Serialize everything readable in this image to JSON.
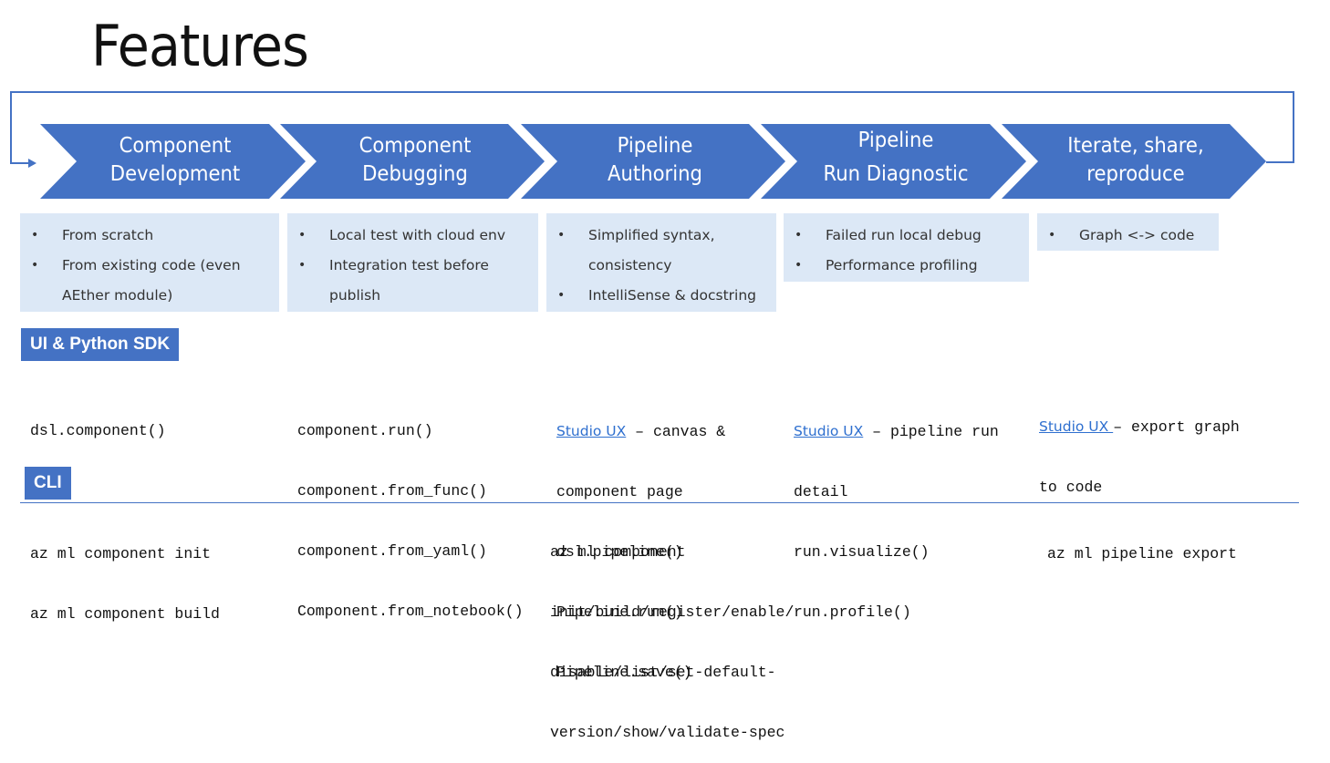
{
  "title": "Features",
  "colors": {
    "accent": "#4472c4",
    "note_bg": "#dce8f6",
    "link": "#2e6fcf"
  },
  "stages": [
    {
      "lines": [
        "Component",
        "Development"
      ]
    },
    {
      "lines": [
        "Component",
        "Debugging"
      ]
    },
    {
      "lines": [
        "Pipeline",
        "Authoring"
      ]
    },
    {
      "lines": [
        "Pipeline",
        "Run Diagnostic"
      ]
    },
    {
      "lines": [
        "Iterate, share,",
        "reproduce"
      ]
    }
  ],
  "notes": [
    {
      "items": [
        "From scratch",
        "From existing code (even AEther module)"
      ]
    },
    {
      "items": [
        "Local test with cloud env",
        "Integration test before publish"
      ]
    },
    {
      "items": [
        "Simplified syntax, consistency",
        "IntelliSense & docstring"
      ]
    },
    {
      "items": [
        "Failed run local debug",
        "Performance profiling"
      ]
    },
    {
      "items": [
        "Graph <-> code"
      ]
    }
  ],
  "sdk": {
    "label": "UI & Python SDK",
    "col1": "dsl.component()",
    "col2": [
      "component.run()",
      "component.from_func()",
      "component.from_yaml()",
      "Component.from_notebook()"
    ],
    "col3": {
      "link": "Studio UX",
      "rest": " – canvas &",
      "lines": [
        "component page",
        "dsl.pipeline()",
        "Pipeline.run()",
        "Pipeline.save()"
      ]
    },
    "col4": {
      "link": "Studio UX",
      "rest": " – pipeline run",
      "lines": [
        "detail",
        "run.visualize()",
        "run.profile()"
      ]
    },
    "col5": {
      "link": "Studio UX ",
      "rest": "– export graph",
      "lines": [
        "to code"
      ]
    }
  },
  "cli": {
    "label": "CLI",
    "col1": [
      "az ml component init",
      "az ml component build"
    ],
    "col3": [
      "az ml component",
      "init/build/register/enable/",
      "disable/list/set-default-",
      "version/show/validate-spec"
    ],
    "col5": [
      "az ml pipeline export"
    ]
  }
}
